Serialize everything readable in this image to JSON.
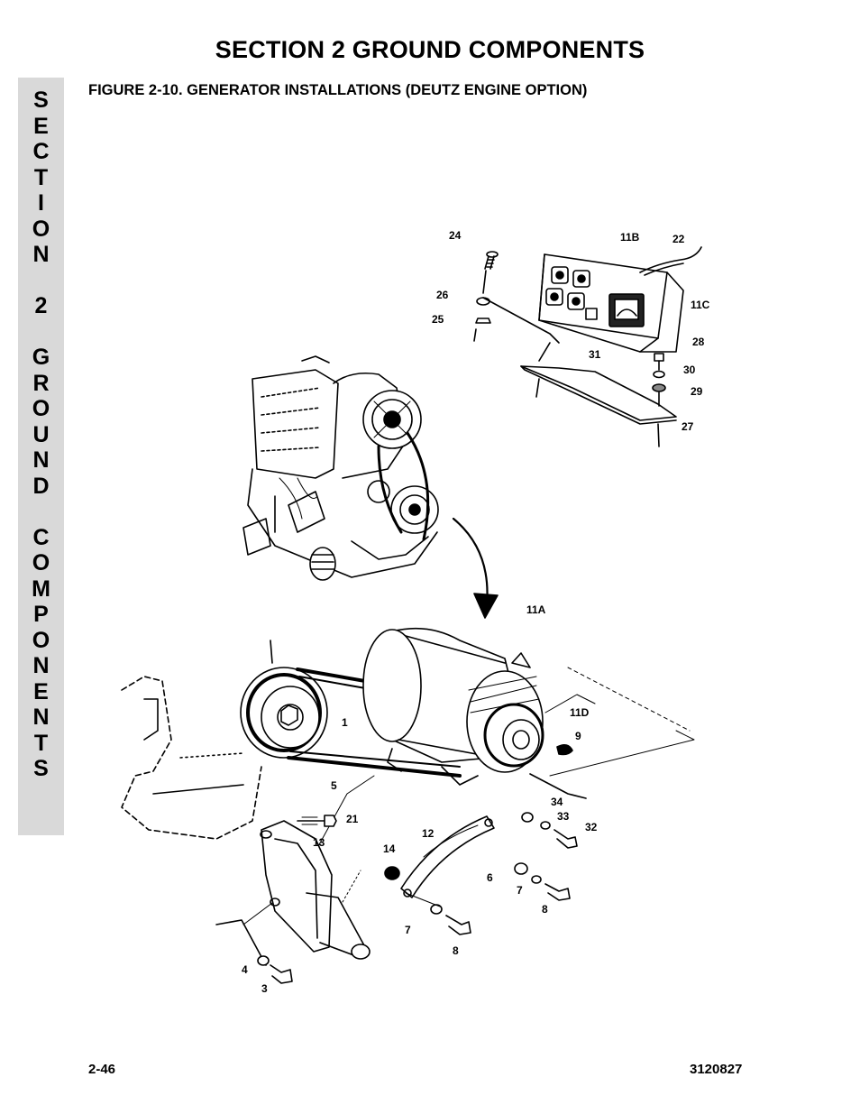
{
  "header": {
    "title": "SECTION 2  GROUND COMPONENTS"
  },
  "side_tab": {
    "letters": [
      "S",
      "E",
      "C",
      "T",
      "I",
      "O",
      "N",
      "",
      "2",
      "",
      "G",
      "R",
      "O",
      "U",
      "N",
      "D",
      "",
      "C",
      "O",
      "M",
      "P",
      "O",
      "N",
      "E",
      "N",
      "T",
      "S"
    ]
  },
  "figure": {
    "title": "FIGURE 2-10.  GENERATOR INSTALLATIONS (DEUTZ ENGINE OPTION)"
  },
  "callouts": [
    "24",
    "11B",
    "22",
    "26",
    "25",
    "11C",
    "28",
    "31",
    "30",
    "29",
    "27",
    "11A",
    "11D",
    "1",
    "9",
    "5",
    "34",
    "33",
    "32",
    "21",
    "13",
    "12",
    "14",
    "6",
    "7",
    "8",
    "7",
    "8",
    "4",
    "3"
  ],
  "footer": {
    "page_number": "2-46",
    "doc_number": "3120827"
  }
}
